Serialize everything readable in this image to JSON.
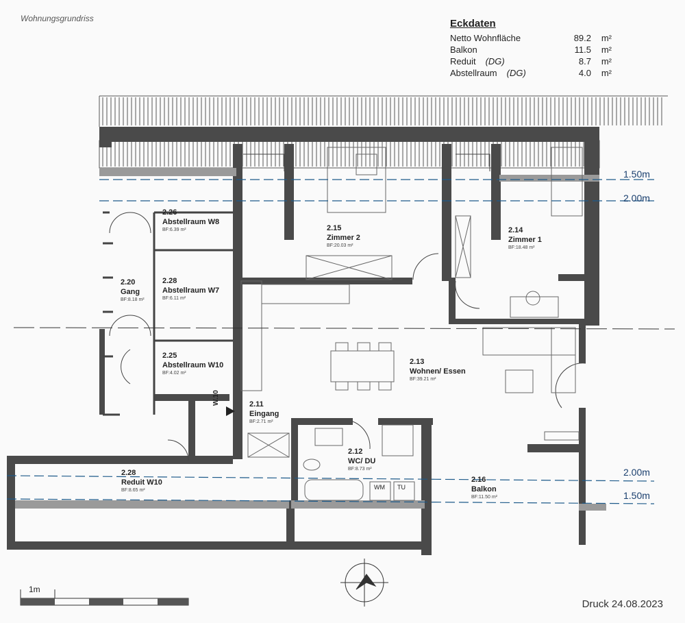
{
  "title": "Wohnungsgrundriss",
  "eckdaten": {
    "heading": "Eckdaten",
    "rows": [
      {
        "label": "Netto Wohnfläche",
        "note": "",
        "value": "89.2",
        "unit": "m²"
      },
      {
        "label": "Balkon",
        "note": "",
        "value": "11.5",
        "unit": "m²"
      },
      {
        "label": "Reduit",
        "note": "(DG)",
        "value": "8.7",
        "unit": "m²"
      },
      {
        "label": "Abstellraum",
        "note": "(DG)",
        "value": "4.0",
        "unit": "m²"
      }
    ]
  },
  "rooms": [
    {
      "id": "2.26",
      "name": "Abstellraum W8",
      "bf": "BF:6.39 m²"
    },
    {
      "id": "2.20",
      "name": "Gang",
      "bf": "BF:8.18 m²"
    },
    {
      "id": "2.28",
      "name": "Abstellraum W7",
      "bf": "BF:6.11 m²"
    },
    {
      "id": "2.25",
      "name": "Abstellraum W10",
      "bf": "BF:4.02 m²"
    },
    {
      "id": "2.15",
      "name": "Zimmer 2",
      "bf": "BF:20.03 m²"
    },
    {
      "id": "2.14",
      "name": "Zimmer 1",
      "bf": "BF:18.48 m²"
    },
    {
      "id": "2.13",
      "name": "Wohnen/ Essen",
      "bf": "BF:39.21 m²"
    },
    {
      "id": "2.11",
      "name": "Eingang",
      "bf": "BF:2.71 m²"
    },
    {
      "id": "2.12",
      "name": "WC/ DU",
      "bf": "BF:8.73 m²"
    },
    {
      "id": "2.28",
      "name": "Reduit W10",
      "bf": "BF:8.65 m²"
    },
    {
      "id": "2.16",
      "name": "Balkon",
      "bf": "BF:11.50 m²"
    }
  ],
  "levels": {
    "top_150": "1.50m",
    "top_200": "2.00m",
    "bottom_200": "2.00m",
    "bottom_150": "1.50m"
  },
  "entrance_label": "W.10",
  "appliances": {
    "wm": "WM",
    "tu": "TU"
  },
  "scale_label": "1m",
  "print_date": "Druck 24.08.2023",
  "colors": {
    "wall": "#3a3a3a",
    "level_line": "#1d5a8a",
    "fill_wall": "#4a4a4a"
  }
}
